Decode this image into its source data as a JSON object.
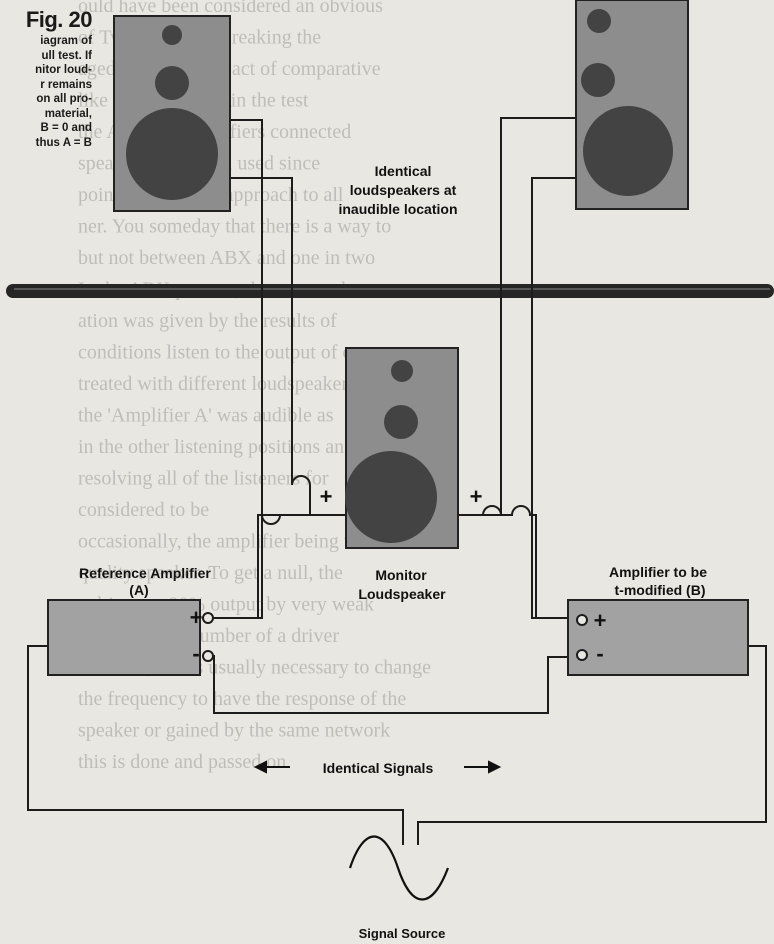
{
  "figure": {
    "title": "Fig. 20",
    "caption_lines": [
      "iagram of",
      "ull test.  If",
      "nitor loud-",
      "r remains",
      "on all pro-",
      "material,",
      "B = 0 and",
      "thus A = B"
    ]
  },
  "labels": {
    "identical_speakers": [
      "Identical",
      "loudspeakers at",
      "inaudible location"
    ],
    "monitor": [
      "Monitor",
      "Loudspeaker"
    ],
    "reference_amp": [
      "Reference Amplifier",
      "(A)"
    ],
    "test_amp": [
      "Amplifier to be",
      "t-modified (B)"
    ],
    "identical_signals": "Identical Signals",
    "signal_source": "Signal Source",
    "plus_sign": "+",
    "minus_sign": "-"
  },
  "colors": {
    "background": "#e9e7e1",
    "speaker_box": "#8d8d8d",
    "driver": "#434343",
    "wire": "#1c1c1c",
    "amp_box": "#a2a2a2",
    "divider_bar": "#262626"
  },
  "background_text": [
    "ould have been considered an obvious",
    "of Two; policy of breaking the",
    "aged under the impact of comparative",
    "like that contained in the test",
    "the AND the amplifiers connected",
    "speakers have been used since",
    "pointed, is drastic approach to all",
    "ner. You someday that there is a way to",
    "but not between ABX and one in two",
    "In the ABX process, the test result",
    "ation was given by the results of",
    "conditions listen to the output of one",
    "treated with different loudspeakers, without",
    "the 'Amplifier A' was audible as",
    "in the other listening positions and",
    "resolving all of the listeners for",
    "considered to be",
    "occasionally, the amplifier being tested",
    "quality speaker. To get a null, the",
    "a driven to 90% output by very weak",
    "from at small number of a driver",
    "however, it was usually necessary to change",
    "the frequency to have the response of the",
    "speaker or gained by the same network",
    "this is done and passed on"
  ]
}
